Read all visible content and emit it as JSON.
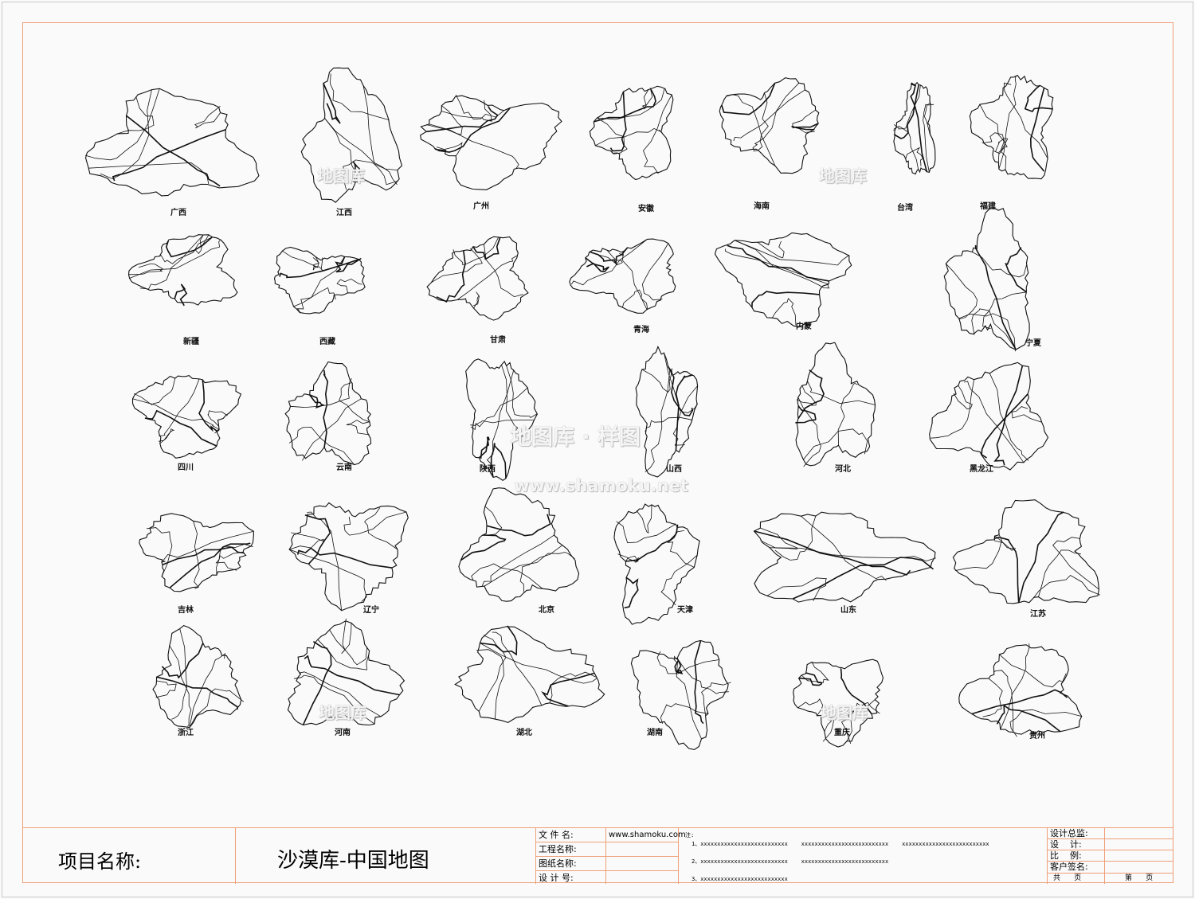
{
  "provinces": [
    "广西",
    "江西",
    "广州",
    "安徽",
    "海南",
    "台湾",
    "福建",
    "新疆",
    "西藏",
    "甘肃",
    "青海",
    "内蒙",
    "宁夏",
    "四川",
    "云南",
    "陕西",
    "山西",
    "河北",
    "黑龙江",
    "吉林",
    "辽宁",
    "北京",
    "天津",
    "山东",
    "江苏",
    "浙江",
    "河南",
    "湖北",
    "湖南",
    "重庆",
    "贵州"
  ],
  "watermarks": {
    "small": "地图库",
    "center": "地图库 · 样图",
    "url": "www.shamoku.net"
  },
  "title_block": {
    "project_label": "项目名称:",
    "project_value": "沙漠库-中国地图",
    "fields": [
      {
        "label": "文 件 名:",
        "value": "www.shamoku.com"
      },
      {
        "label": "工程名称:",
        "value": ""
      },
      {
        "label": "图纸名称:",
        "value": ""
      },
      {
        "label": "设 计 号:",
        "value": ""
      }
    ],
    "notes_label": "注:",
    "notes": [
      "1、xxxxxxxxxxxxxxxxxxxxxxxxxx    xxxxxxxxxxxxxxxxxxxxxxxxxx    xxxxxxxxxxxxxxxxxxxxxxxxxx",
      "2、xxxxxxxxxxxxxxxxxxxxxxxxxx    xxxxxxxxxxxxxxxxxxxxxxxxxx",
      "3、xxxxxxxxxxxxxxxxxxxxxxxxxx"
    ],
    "sign": [
      "设计总监:",
      "设    计:",
      "比    例:",
      "客户签名:"
    ],
    "page_total": "共      页",
    "page_num": "第      页"
  },
  "colors": {
    "frame": "#ef9f78",
    "outline": "#111111"
  }
}
